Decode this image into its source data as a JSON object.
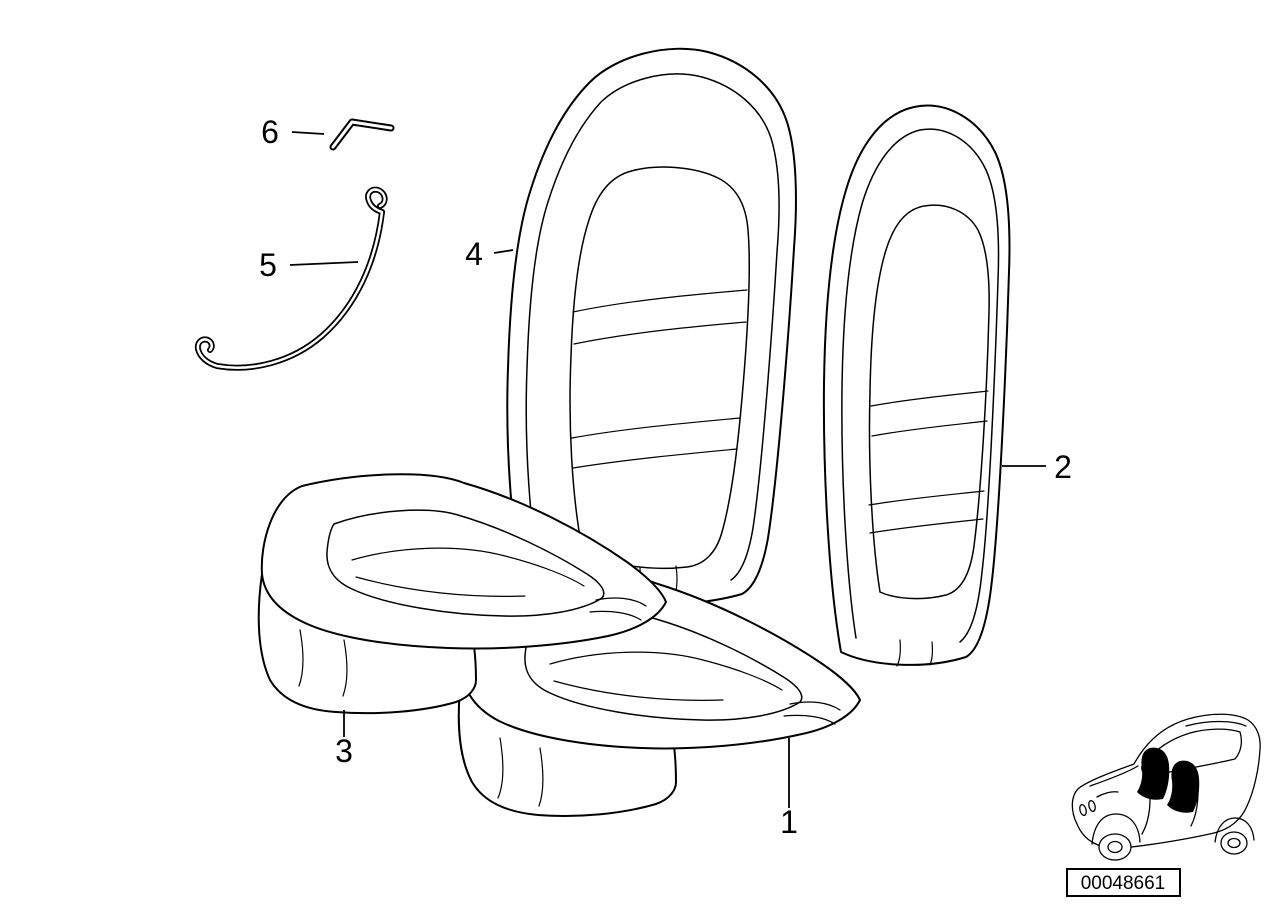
{
  "diagram": {
    "colors": {
      "line": "#000000",
      "background": "#ffffff"
    },
    "callouts": [
      {
        "label": "1"
      },
      {
        "label": "2"
      },
      {
        "label": "3"
      },
      {
        "label": "4"
      },
      {
        "label": "5"
      },
      {
        "label": "6"
      }
    ],
    "inset": {
      "icon": "car-location-icon",
      "part_number": "00048661"
    }
  }
}
